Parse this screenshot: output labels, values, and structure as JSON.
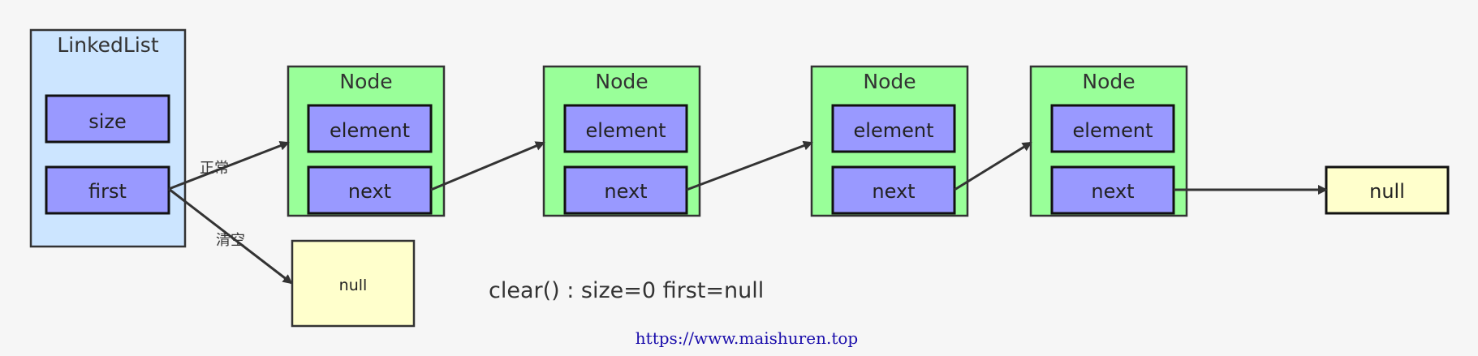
{
  "diagram": {
    "linked_list": {
      "title": "LinkedList",
      "fields": [
        "size",
        "first"
      ]
    },
    "nodes": [
      {
        "title": "Node",
        "fields": [
          "element",
          "next"
        ]
      },
      {
        "title": "Node",
        "fields": [
          "element",
          "next"
        ]
      },
      {
        "title": "Node",
        "fields": [
          "element",
          "next"
        ]
      },
      {
        "title": "Node",
        "fields": [
          "element",
          "next"
        ]
      }
    ],
    "null_end": "null",
    "null_clear": "null",
    "edge_labels": {
      "normal": "正常",
      "clear": "清空"
    },
    "caption": "clear() : size=0  first=null",
    "url": "https://www.maishuren.top",
    "colors": {
      "background": "#f6f6f6",
      "linked_list_fill": "#cce5ff",
      "node_fill": "#99ff99",
      "field_fill": "#9999ff",
      "null_fill": "#ffffcc",
      "stroke": "#333333",
      "url": "#1a0dab"
    }
  }
}
